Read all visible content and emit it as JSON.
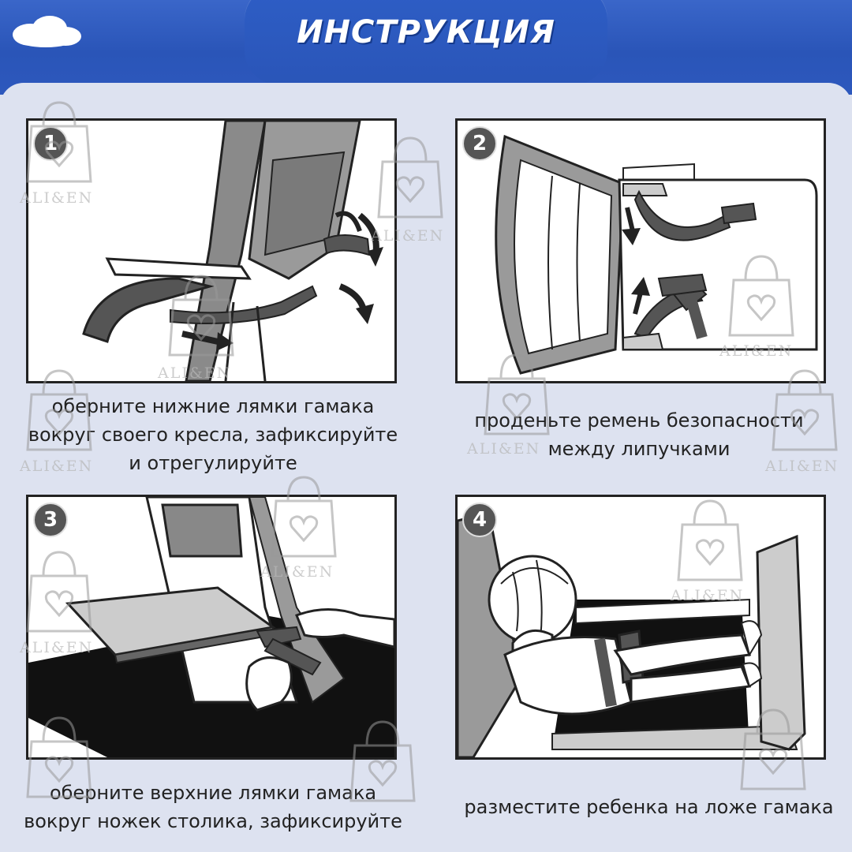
{
  "header": {
    "title": "ИНСТРУКЦИЯ"
  },
  "steps": [
    {
      "number": "1",
      "caption_lines": [
        "оберните нижние лямки гамака",
        "вокруг своего кресла, зафиксируйте",
        "и отрегулируйте"
      ]
    },
    {
      "number": "2",
      "caption_lines": [
        "проденьте ремень безопасности",
        "между липучками"
      ]
    },
    {
      "number": "3",
      "caption_lines": [
        "оберните верхние лямки гамака",
        "вокруг ножек столика, зафиксируйте"
      ]
    },
    {
      "number": "4",
      "caption_lines": [
        "разместите ребенка на ложе гамака"
      ]
    }
  ],
  "watermark": {
    "text": "ALI&EN"
  },
  "icons": {
    "cloud": "cloud-icon",
    "bag": "shopping-bag-heart-icon"
  },
  "colors": {
    "header_blue": "#2a55b8",
    "title_text": "#ffffff",
    "background": "#dde2f0"
  }
}
